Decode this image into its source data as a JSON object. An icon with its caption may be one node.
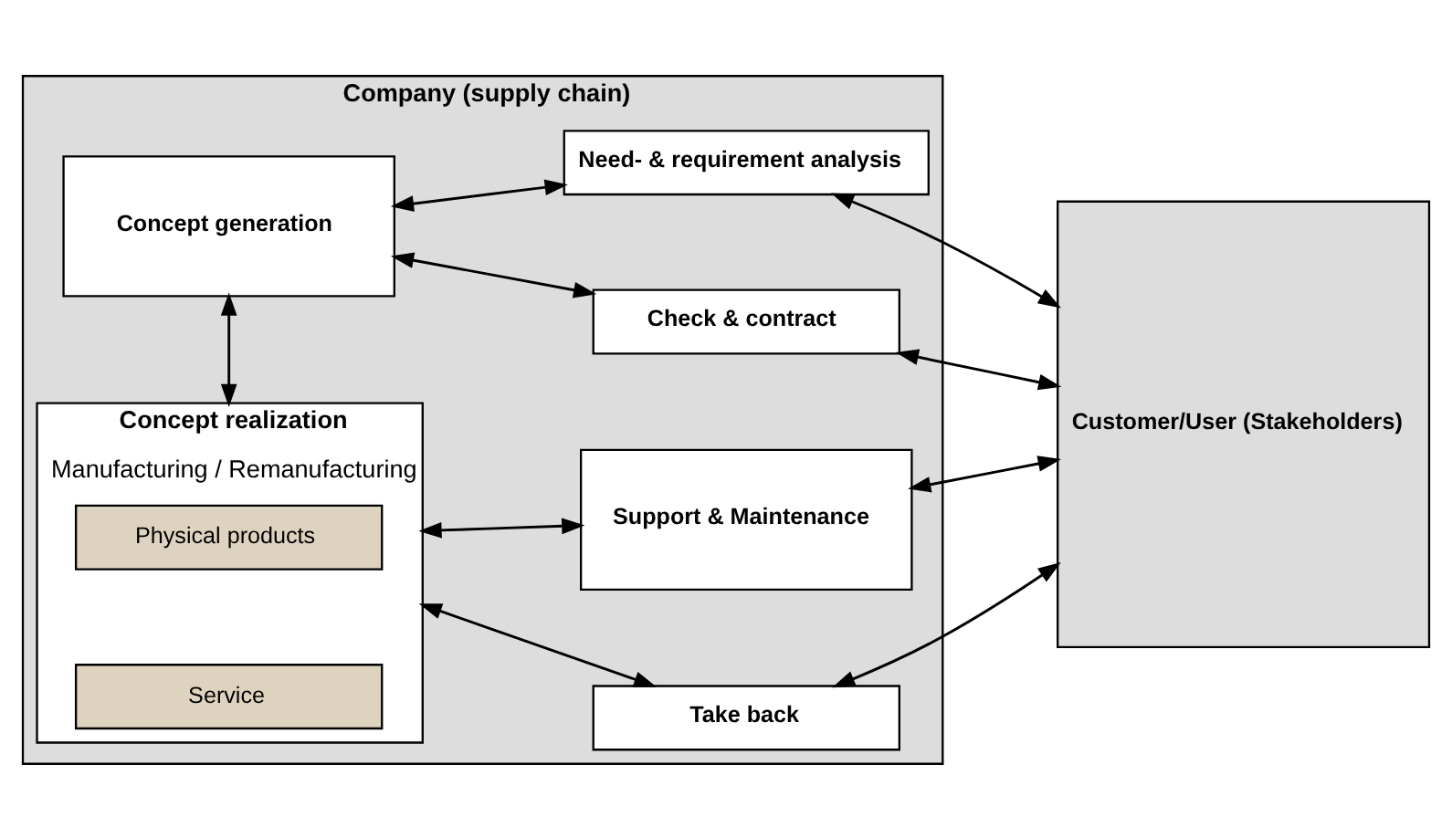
{
  "diagram": {
    "nodes": [
      {
        "text": [
          "Company (supply chain)"
        ]
      },
      {
        "text": [
          "Concept generation"
        ],
        "in": 0
      },
      {
        "text": [
          "Concept realization",
          "Manufacturing / Remanufacturing"
        ],
        "in": 0
      },
      {
        "text": [
          "Physical products"
        ],
        "in": 2
      },
      {
        "text": [
          "Service"
        ],
        "in": 2
      },
      {
        "text": [
          "Need- & requirement analysis"
        ],
        "in": 0
      },
      {
        "text": [
          "Check & contract"
        ],
        "in": 0
      },
      {
        "text": [
          "Support & Maintenance"
        ],
        "in": 0
      },
      {
        "text": [
          "Take back"
        ],
        "in": 0
      },
      {
        "text": [
          "Customer/User (Stakeholders)"
        ]
      }
    ],
    "edges": [
      {
        "from": 1,
        "to": 5,
        "arrow": "both"
      },
      {
        "from": 1,
        "to": 6,
        "arrow": "both"
      },
      {
        "from": 1,
        "to": 2,
        "arrow": "both"
      },
      {
        "from": 2,
        "to": 7,
        "arrow": "both"
      },
      {
        "from": 2,
        "to": 8,
        "arrow": "both"
      },
      {
        "from": 5,
        "to": 9,
        "arrow": "both"
      },
      {
        "from": 6,
        "to": 9,
        "arrow": "both"
      },
      {
        "from": 7,
        "to": 9,
        "arrow": "both"
      },
      {
        "from": 8,
        "to": 9,
        "arrow": "both"
      }
    ]
  }
}
